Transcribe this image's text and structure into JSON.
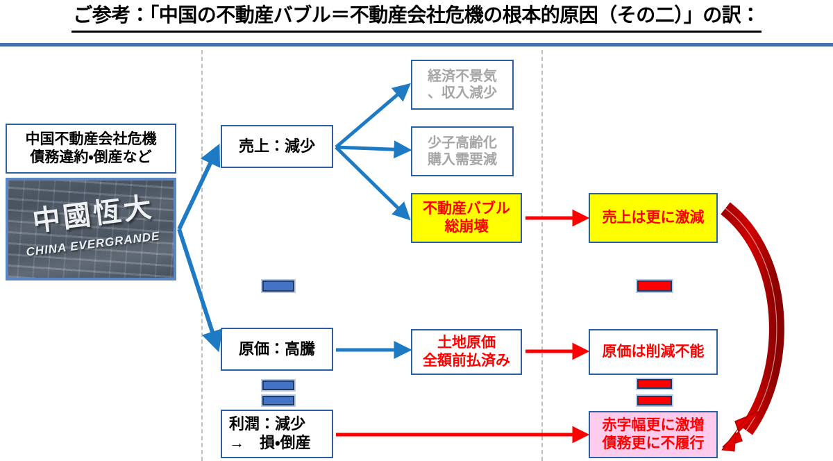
{
  "slide": {
    "title": "ご参考：「中国の不動産バブル＝不動産会社危機の根本的原因（その二）」の訳："
  },
  "nodes": {
    "source_label": {
      "line1": "中国不動産会社危機",
      "line2": "債務違約・倒産など"
    },
    "evergrande_photo": {
      "chinese_name": "中國恆大",
      "english_name": "CHINA EVERGRANDE"
    },
    "sales": {
      "line1": "売上：減少"
    },
    "cost": {
      "line1": "原価：高騰"
    },
    "profit": {
      "line1": "利潤：減少",
      "line2": "→　損・倒産"
    },
    "recession": {
      "line1": "経済不景気",
      "line2": "、収入減少"
    },
    "aging": {
      "line1": "少子高齢化",
      "line2": "購入需要減"
    },
    "bubble_collapse": {
      "line1": "不動産バブル",
      "line2": "総崩壊"
    },
    "land_prepaid": {
      "line1": "土地原価",
      "line2": "全額前払済み"
    },
    "sales_plunge": {
      "line1": "売上は更に激減"
    },
    "cost_fixed": {
      "line1": "原価は削減不能"
    },
    "deficit": {
      "line1": "赤字幅更に激増",
      "line2": "債務更に不履行"
    }
  },
  "operators": {
    "minus_blue": "minus-sign",
    "equals_blue": "equals-sign",
    "minus_red": "minus-sign",
    "equals_red": "equals-sign"
  },
  "colors": {
    "accent_blue": "#4472a8",
    "arrow_blue": "#1f7ac4",
    "arrow_red": "#ff0000",
    "curved_arrow_red": "#c00000",
    "box_border_blue": "#2e5f9e",
    "highlight_yellow": "#ffff00",
    "highlight_pink": "#ffccee",
    "muted_gray": "#a6a6a6",
    "divider_gray": "#bfbfbf",
    "text_black": "#000000",
    "text_red": "#ff0000"
  }
}
